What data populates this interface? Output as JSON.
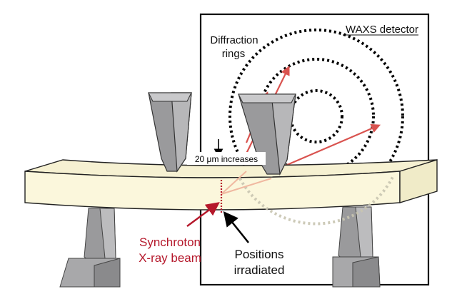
{
  "detector": {
    "label": "WAXS detector"
  },
  "rings": {
    "label_line1": "Diffraction",
    "label_line2": "rings"
  },
  "displacement": {
    "label": "20 μm increases"
  },
  "beam": {
    "label_line1": "Synchroton",
    "label_line2": "X-ray beam",
    "color": "#b5182b"
  },
  "positions": {
    "label_line1": "Positions",
    "label_line2": "irradiated"
  },
  "colors": {
    "specimen_fill": "#fbf7dc",
    "specimen_side": "#f3eecd",
    "metal_light": "#b7b7b9",
    "metal_mid": "#9a9a9c",
    "metal_dark": "#727274",
    "ring_dots": "#000000",
    "diffracted_ray": "#d9534f"
  }
}
